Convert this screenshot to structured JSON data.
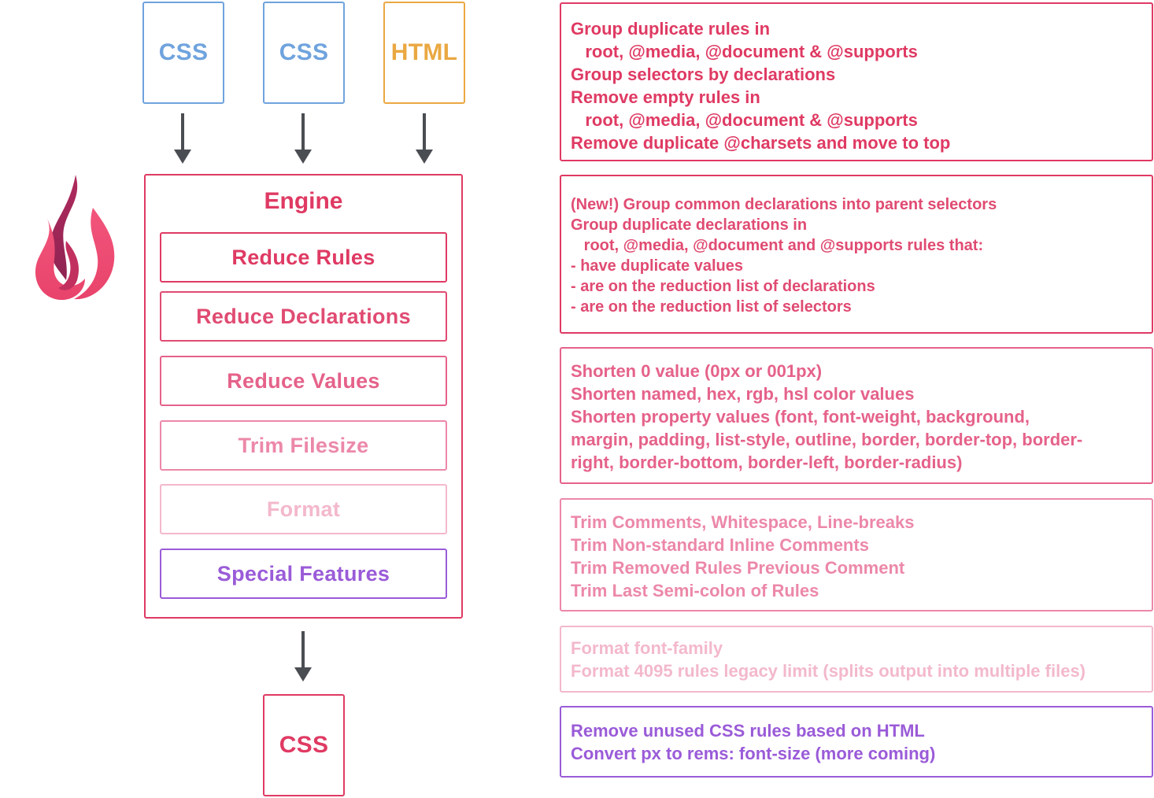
{
  "colors": {
    "css_input": "#6fa3dd",
    "html_input": "#eaa842",
    "accent": "#df3a63",
    "step_rules": "#df3a63",
    "step_declarations": "#e04b72",
    "step_values": "#e5628a",
    "step_trim": "#ec88a8",
    "step_format": "#f3b8cc",
    "step_special": "#9a5bd8",
    "arrow": "#4a4d52"
  },
  "inputs": [
    {
      "label": "CSS",
      "kind": "css"
    },
    {
      "label": "CSS",
      "kind": "css"
    },
    {
      "label": "HTML",
      "kind": "html"
    }
  ],
  "engine": {
    "title": "Engine",
    "steps": [
      {
        "label": "Reduce Rules"
      },
      {
        "label": "Reduce Declarations"
      },
      {
        "label": "Reduce Values"
      },
      {
        "label": "Trim Filesize"
      },
      {
        "label": "Format"
      },
      {
        "label": "Special Features"
      }
    ]
  },
  "output": {
    "label": "CSS"
  },
  "descriptions": [
    {
      "lines": [
        "Group duplicate rules in",
        "   root, @media, @document & @supports",
        "Group selectors by declarations",
        "Remove empty rules in",
        "   root, @media, @document & @supports",
        "Remove duplicate @charsets and move to top"
      ]
    },
    {
      "lines": [
        "(New!) Group common declarations into parent selectors",
        "Group duplicate declarations in",
        "   root, @media, @document and @supports rules that:",
        "- have duplicate values",
        "- are on the reduction list of declarations",
        "- are on the reduction list of selectors"
      ]
    },
    {
      "lines": [
        "Shorten 0 value (0px or 001px)",
        "Shorten named, hex, rgb, hsl color values",
        "Shorten property values (font, font-weight, background,",
        "margin, padding, list-style, outline, border, border-top, border-",
        "right, border-bottom, border-left, border-radius)"
      ]
    },
    {
      "lines": [
        "Trim Comments, Whitespace, Line-breaks",
        "Trim Non-standard Inline Comments",
        "Trim Removed Rules Previous Comment",
        "Trim Last Semi-colon of Rules"
      ]
    },
    {
      "lines": [
        "Format font-family",
        "Format 4095 rules legacy limit (splits output into multiple files)"
      ]
    },
    {
      "lines": [
        "Remove unused CSS rules based on HTML",
        "Convert px to rems: font-size (more coming)"
      ]
    }
  ]
}
